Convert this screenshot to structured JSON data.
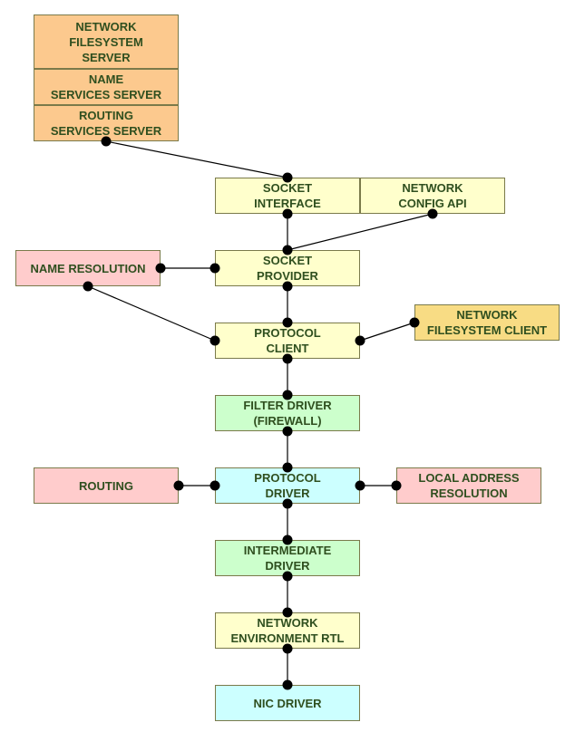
{
  "diagram": {
    "boxes": {
      "nfs_server": "NETWORK\nFILESYSTEM\nSERVER",
      "name_services_server": "NAME\nSERVICES SERVER",
      "routing_services_server": "ROUTING\nSERVICES SERVER",
      "socket_interface": "SOCKET\nINTERFACE",
      "network_config_api": "NETWORK\nCONFIG API",
      "name_resolution": "NAME RESOLUTION",
      "socket_provider": "SOCKET\nPROVIDER",
      "protocol_client": "PROTOCOL\nCLIENT",
      "nfs_client": "NETWORK\nFILESYSTEM CLIENT",
      "filter_driver": "FILTER DRIVER\n(FIREWALL)",
      "routing": "ROUTING",
      "protocol_driver": "PROTOCOL\nDRIVER",
      "local_address_resolution": "LOCAL ADDRESS\nRESOLUTION",
      "intermediate_driver": "INTERMEDIATE\nDRIVER",
      "network_environment_rtl": "NETWORK\nENVIRONMENT RTL",
      "nic_driver": "NIC DRIVER"
    },
    "colors": {
      "server": "#fcc98e",
      "interface": "#ffffcc",
      "resolution": "#ffcccc",
      "driver": "#ccffcc",
      "protocol_driver": "#ccffff",
      "client": "#f8dc84",
      "connector": "#000000"
    }
  }
}
